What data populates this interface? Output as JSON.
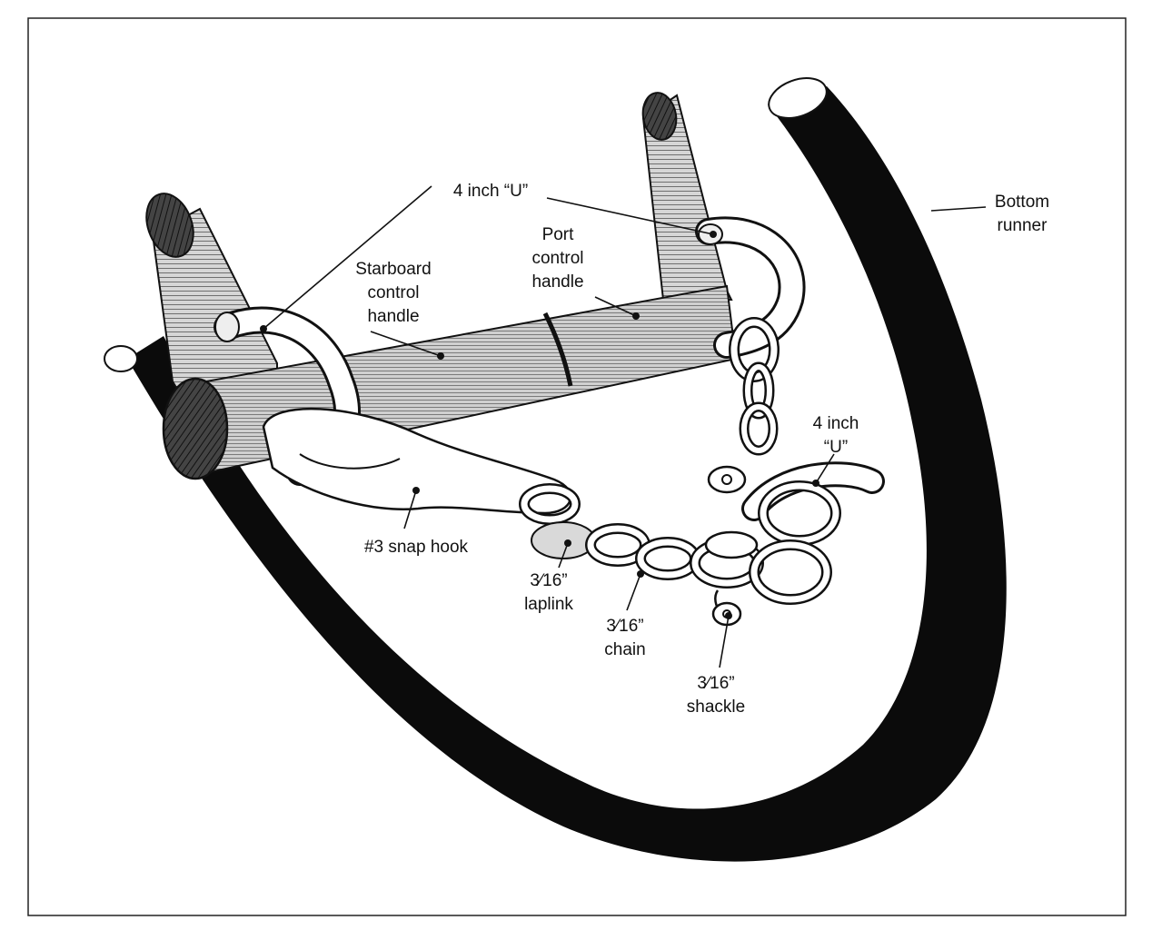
{
  "diagram": {
    "colors": {
      "ink": "#111111",
      "wood": "#b9b9b9",
      "wood_dark": "#8a8a8a",
      "paper": "#ffffff"
    },
    "labels": {
      "u_top": "4 inch “U”",
      "bottom_runner_1": "Bottom",
      "bottom_runner_2": "runner",
      "port_1": "Port",
      "port_2": "control",
      "port_3": "handle",
      "starboard_1": "Starboard",
      "starboard_2": "control",
      "starboard_3": "handle",
      "u_right_1": "4 inch",
      "u_right_2": "“U”",
      "snap_hook": "#3 snap hook",
      "laplink_size": "3⁄16”",
      "laplink": "laplink",
      "chain_size": "3⁄16”",
      "chain": "chain",
      "shackle_size": "3⁄16”",
      "shackle": "shackle"
    }
  }
}
